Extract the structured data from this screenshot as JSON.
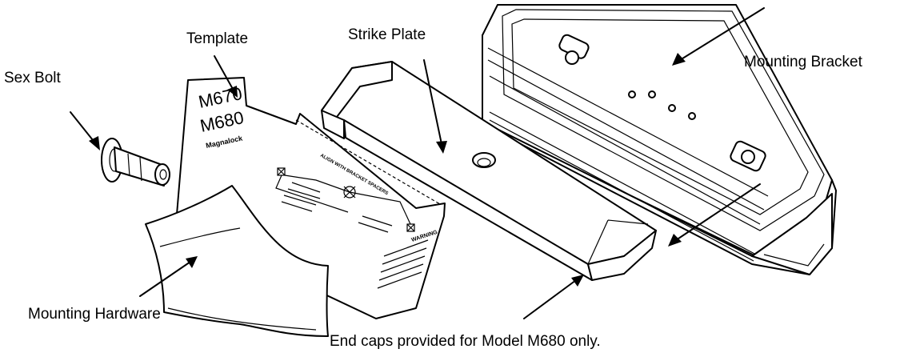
{
  "labels": {
    "sex_bolt": "Sex Bolt",
    "template": "Template",
    "strike_plate": "Strike Plate",
    "mounting_bracket": "Mounting Bracket",
    "mounting_hardware": "Mounting Hardware",
    "end_caps_note": "End caps provided for Model M680 only."
  },
  "template_text": {
    "model_1": "M670",
    "model_2": "M680",
    "brand": "Magnalock",
    "align_note": "ALIGN WITH BRACKET SPACERS",
    "warning_title": "WARNING"
  }
}
